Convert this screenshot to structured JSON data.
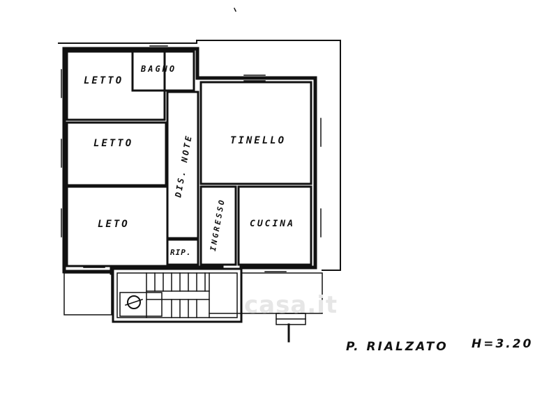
{
  "rooms": {
    "letto_1": "LETTO",
    "bagno": "BAGNO",
    "letto_2": "LETTO",
    "tinello": "TINELLO",
    "dis_notte": "DIS. NOTE",
    "letto_3": "LETO",
    "ingresso": "INGRESSO",
    "cucina": "CUCINA",
    "ripostiglio": "RIP."
  },
  "footer": {
    "floor": "P. RIALZATO",
    "height": "H=3.20"
  },
  "watermark": "casa.it",
  "colors": {
    "ink": "#111111",
    "paper": "#ffffff"
  }
}
